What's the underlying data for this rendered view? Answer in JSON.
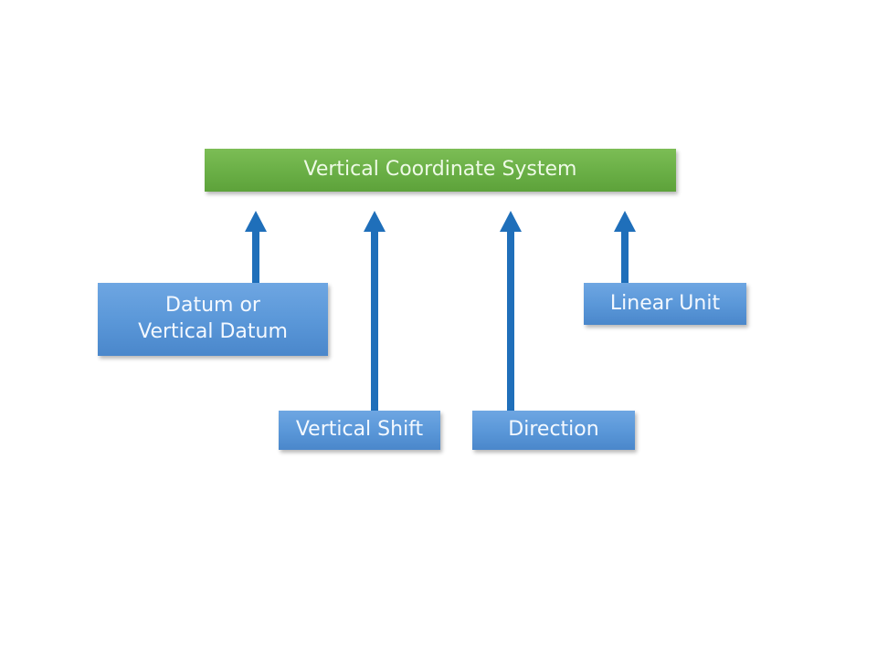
{
  "diagram": {
    "title_node": {
      "label": "Vertical Coordinate System",
      "color": "#6bb047"
    },
    "components": [
      {
        "id": "datum",
        "label": "Datum or Vertical Datum",
        "line1": "Datum or",
        "line2": "Vertical Datum"
      },
      {
        "id": "vertical-shift",
        "label": "Vertical Shift"
      },
      {
        "id": "direction",
        "label": "Direction"
      },
      {
        "id": "linear-unit",
        "label": "Linear Unit"
      }
    ],
    "edges": [
      {
        "from": "datum",
        "to": "Vertical Coordinate System"
      },
      {
        "from": "vertical-shift",
        "to": "Vertical Coordinate System"
      },
      {
        "from": "direction",
        "to": "Vertical Coordinate System"
      },
      {
        "from": "linear-unit",
        "to": "Vertical Coordinate System"
      }
    ],
    "component_color": "#5b98d9",
    "arrow_color": "#1f6fba"
  }
}
